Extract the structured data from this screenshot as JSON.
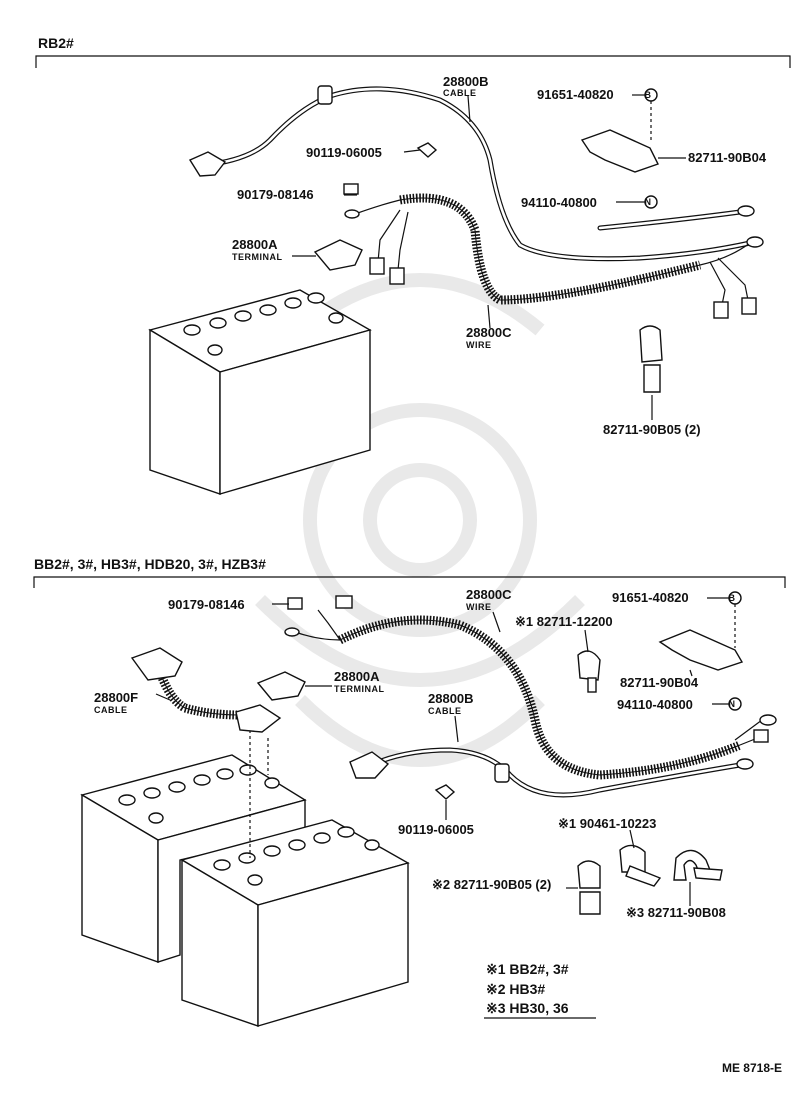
{
  "sections": {
    "top": {
      "title": "RB2#"
    },
    "bottom": {
      "title": "BB2#, 3#, HB3#, HDB20, 3#, HZB3#"
    }
  },
  "top_labels": {
    "cable_pn": "28800B",
    "cable_sub": "CABLE",
    "bolt1": "91651-40820",
    "bolt1_mark": "B",
    "clamp1": "82711-90B04",
    "screw": "90119-06005",
    "nut1": "90179-08146",
    "nut2": "94110-40800",
    "nut2_mark": "N",
    "terminal_pn": "28800A",
    "terminal_sub": "TERMINAL",
    "wire_pn": "28800C",
    "wire_sub": "WIRE",
    "clamp2": "82711-90B05 (2)"
  },
  "bottom_labels": {
    "nut1": "90179-08146",
    "wire_pn": "28800C",
    "wire_sub": "WIRE",
    "clip1": "※1 82711-12200",
    "bolt1": "91651-40820",
    "bolt1_mark": "B",
    "terminal_pn": "28800A",
    "terminal_sub": "TERMINAL",
    "cablef_pn": "28800F",
    "cablef_sub": "CABLE",
    "clamp1": "82711-90B04",
    "nut2": "94110-40800",
    "nut2_mark": "N",
    "cableb_pn": "28800B",
    "cableb_sub": "CABLE",
    "screw": "90119-06005",
    "grommet": "※1 90461-10223",
    "clamp2": "※2 82711-90B05 (2)",
    "clamp3": "※3 82711-90B08"
  },
  "notes": [
    "※1 BB2#, 3#",
    "※2 HB3#",
    "※3 HB30, 36"
  ],
  "footer": {
    "code": "ME 8718-E"
  }
}
